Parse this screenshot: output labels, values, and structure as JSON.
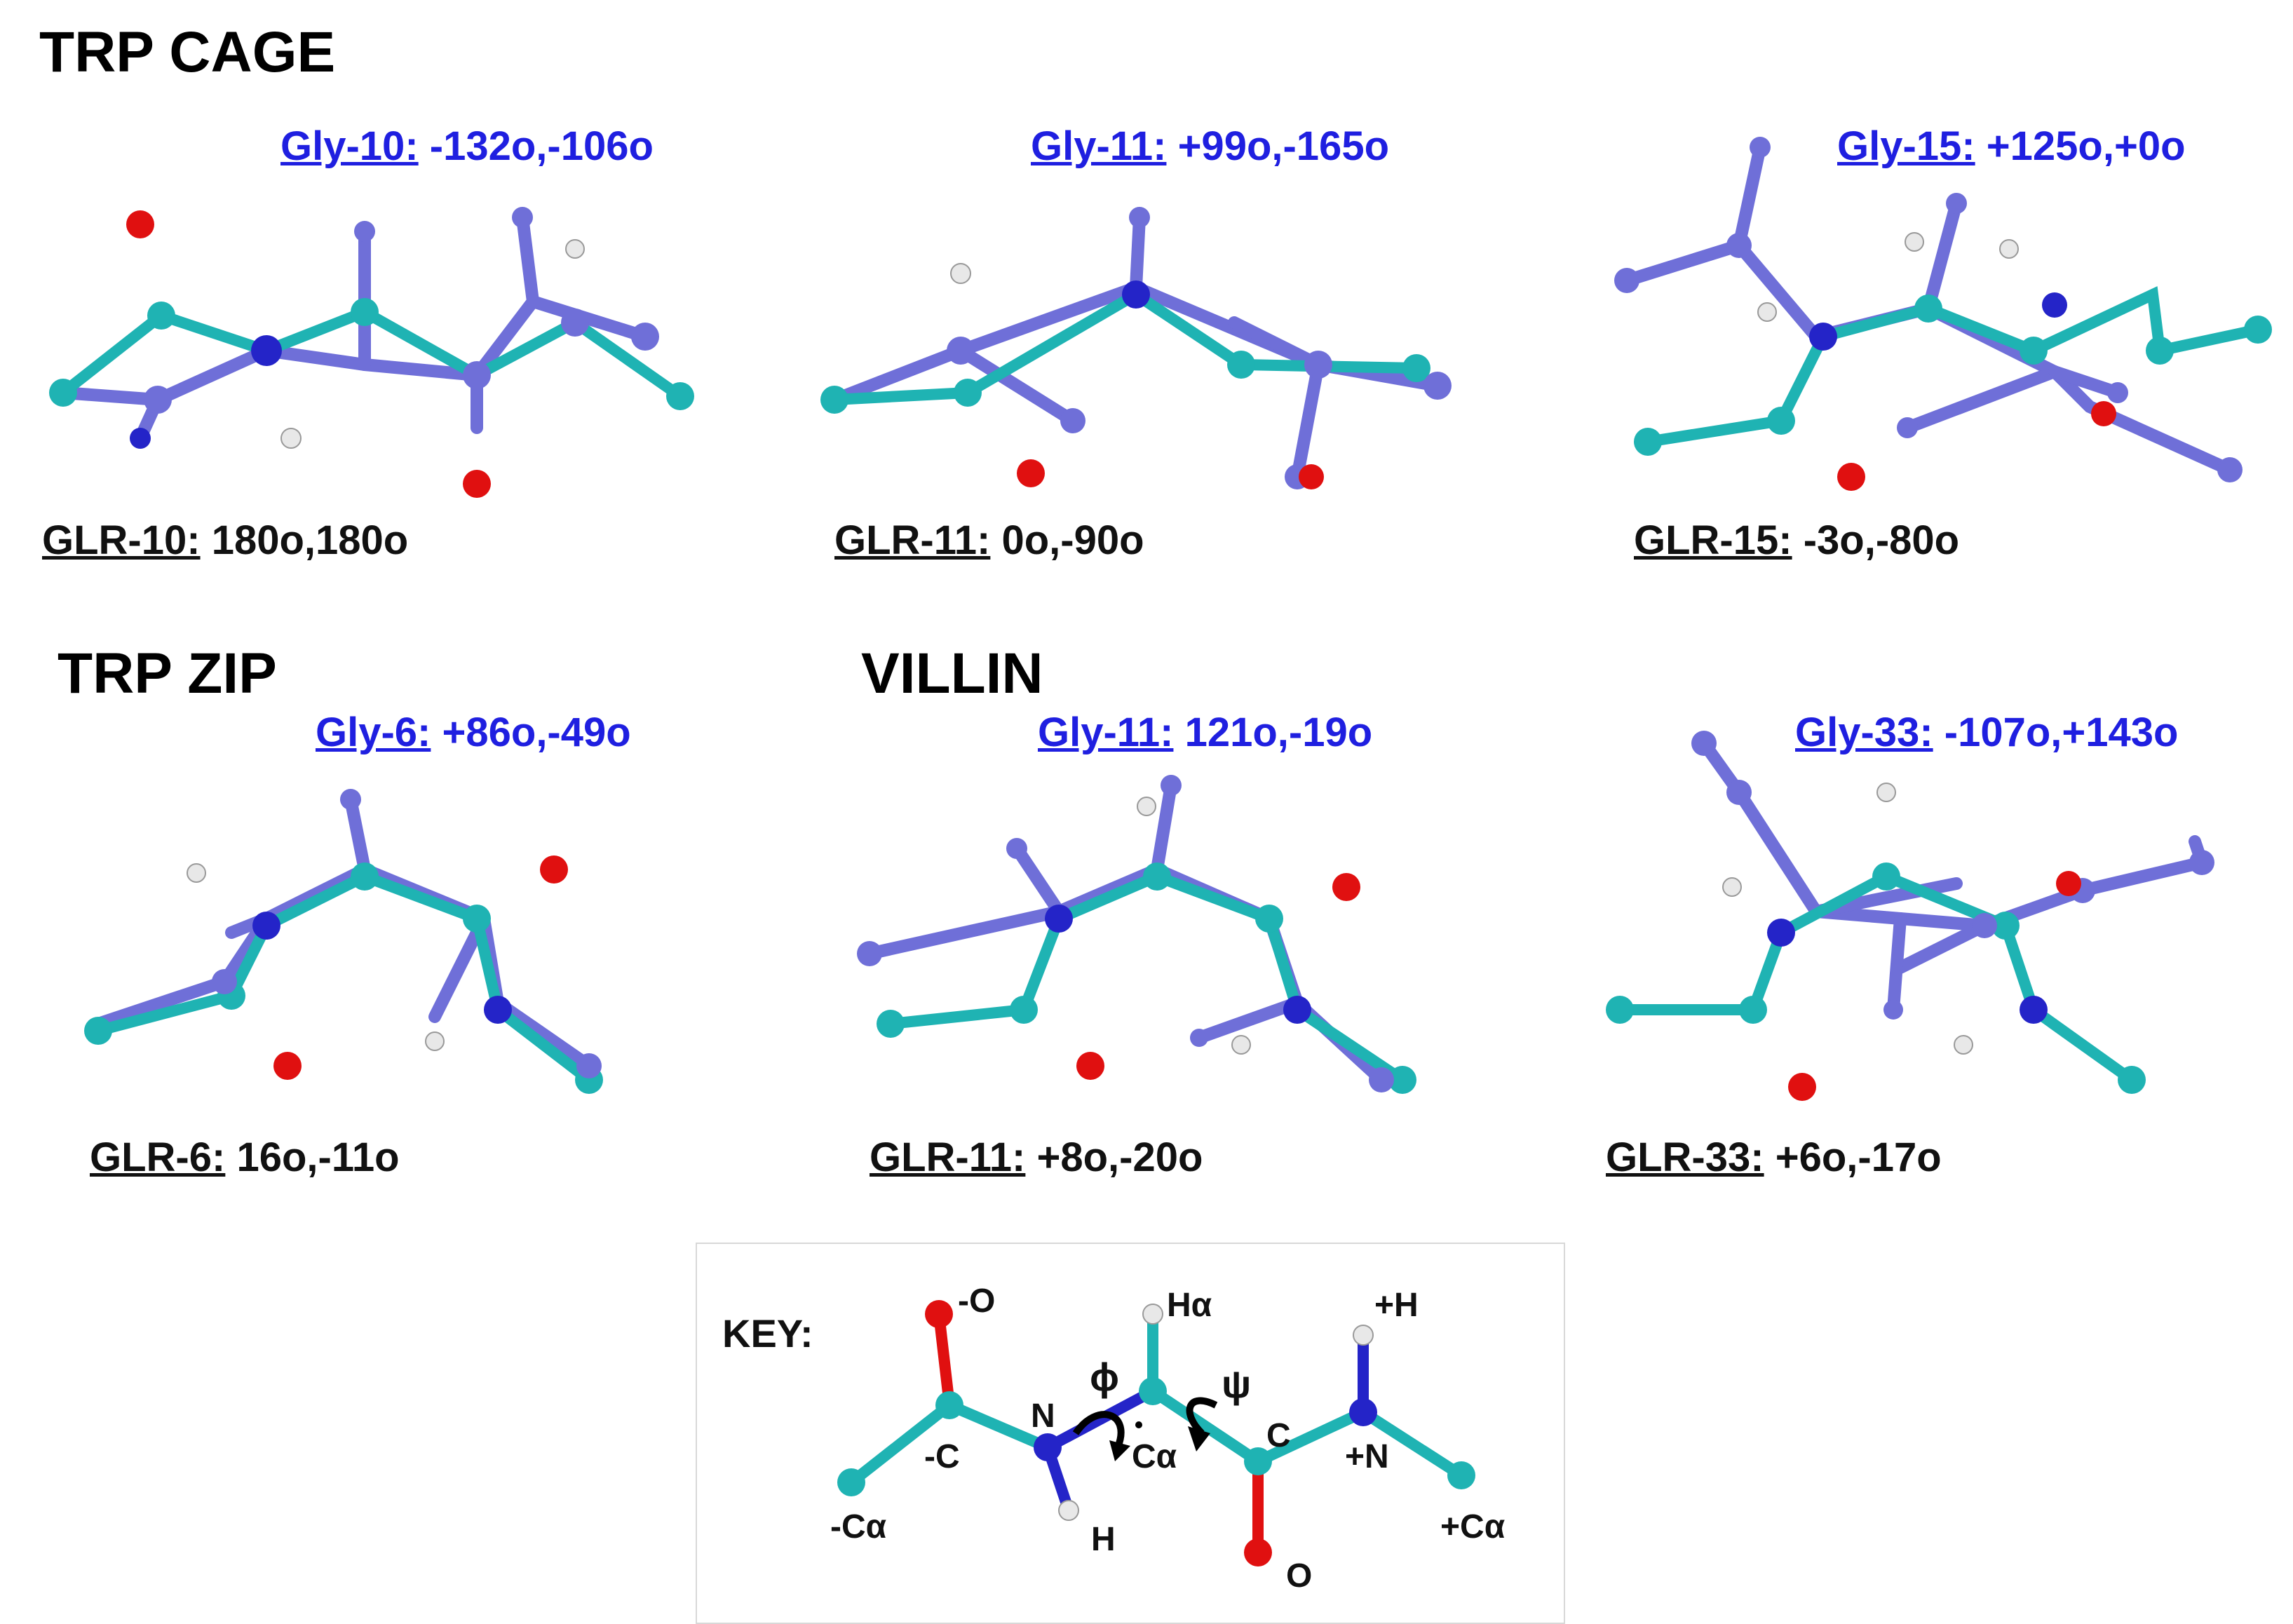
{
  "sections": {
    "trp_cage": "TRP CAGE",
    "trp_zip": "TRP ZIP",
    "villin": "VILLIN"
  },
  "panels": [
    {
      "gly_label": "Gly-10:",
      "gly_angles": "-132o,-106o",
      "glr_label": "GLR-10:",
      "glr_angles": "180o,180o"
    },
    {
      "gly_label": "Gly-11:",
      "gly_angles": "+99o,-165o",
      "glr_label": "GLR-11:",
      "glr_angles": "0o,-90o"
    },
    {
      "gly_label": "Gly-15:",
      "gly_angles": "+125o,+0o",
      "glr_label": "GLR-15:",
      "glr_angles": "-3o,-80o"
    },
    {
      "gly_label": "Gly-6:",
      "gly_angles": "+86o,-49o",
      "glr_label": "GLR-6:",
      "glr_angles": "16o,-11o"
    },
    {
      "gly_label": "Gly-11:",
      "gly_angles": "121o,-19o",
      "glr_label": "GLR-11:",
      "glr_angles": "+8o,-20o"
    },
    {
      "gly_label": "Gly-33:",
      "gly_angles": "-107o,+143o",
      "glr_label": "GLR-33:",
      "glr_angles": "+6o,-17o"
    }
  ],
  "key": {
    "title": "KEY:",
    "labels": {
      "minus_o": "-O",
      "h_alpha": "Hα",
      "plus_h": "+H",
      "phi": "ϕ",
      "psi": "ψ",
      "n": "N",
      "minus_c": "-C",
      "c_alpha": "Cα",
      "c": "C",
      "plus_n": "+N",
      "minus_c_alpha": "-Cα",
      "h": "H",
      "o": "O",
      "plus_c_alpha": "+Cα"
    }
  },
  "colors": {
    "teal": "#1fb3b3",
    "periwinkle": "#6f6fd8",
    "blue": "#2424c8",
    "red": "#e01010",
    "white": "#e8e8e8",
    "title_blue": "#1f1fe0"
  }
}
